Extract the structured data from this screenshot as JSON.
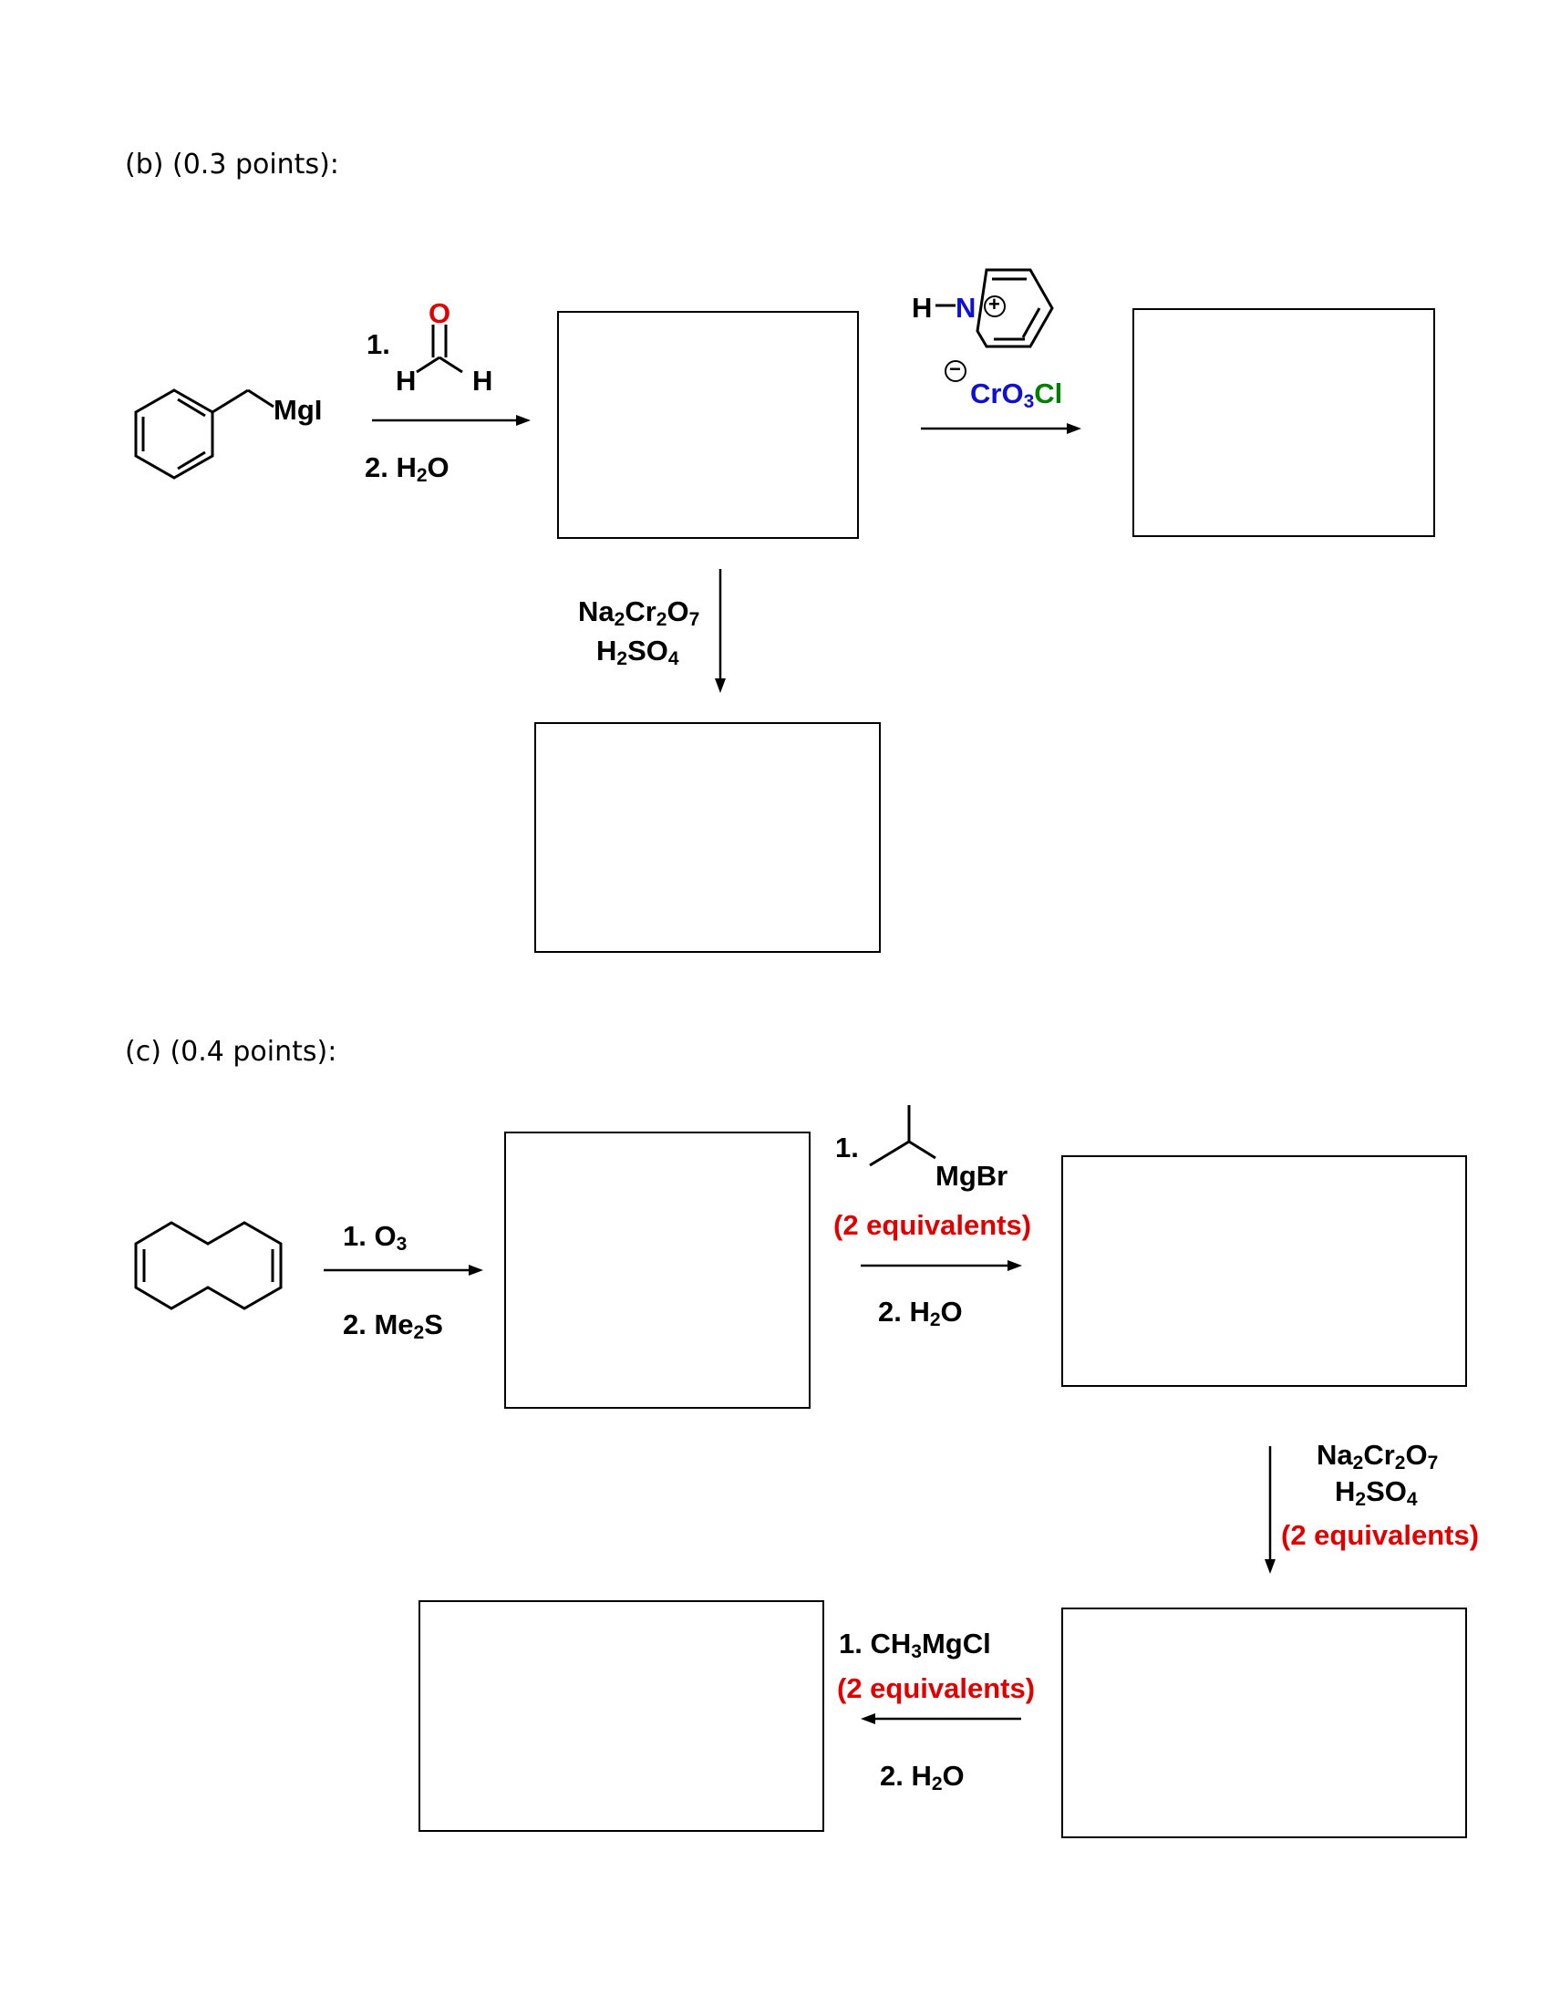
{
  "part_b": {
    "heading": "(b) (0.3 points):",
    "reagent_mgi": "MgI",
    "step1_num": "1.",
    "formaldehyde": {
      "o": "O",
      "h_left": "H",
      "h_right": "H"
    },
    "step2": {
      "num": "2. H",
      "sub": "2",
      "tail": "O"
    },
    "pcc": {
      "h": "H",
      "n": "N",
      "plus": "+",
      "minus": "−",
      "cr": "CrO",
      "cr_sub": "3",
      "cl": "Cl"
    },
    "jones": {
      "na": "Na",
      "na_sub": "2",
      "cr": "Cr",
      "cr_sub": "2",
      "o": "O",
      "o_sub": "7",
      "h": "H",
      "h_sub": "2",
      "so": "SO",
      "so_sub": "4"
    }
  },
  "part_c": {
    "heading": "(c) (0.4 points):",
    "ozonolysis": {
      "step1": "1. O",
      "step1_sub": "3",
      "step2": "2. Me",
      "step2_sub": "2",
      "step2_tail": "S"
    },
    "grignard1": {
      "num": "1.",
      "reagent": "MgBr",
      "equiv": "(2 equivalents)",
      "step2": "2. H",
      "step2_sub": "2",
      "step2_tail": "O"
    },
    "jones": {
      "na": "Na",
      "na_sub": "2",
      "cr": "Cr",
      "cr_sub": "2",
      "o": "O",
      "o_sub": "7",
      "h": "H",
      "h_sub": "2",
      "so": "SO",
      "so_sub": "4",
      "equiv": "(2 equivalents)"
    },
    "grignard2": {
      "step1": "1. CH",
      "step1_sub": "3",
      "step1_tail": "MgCl",
      "equiv": "(2 equivalents)",
      "step2": "2. H",
      "step2_sub": "2",
      "step2_tail": "O"
    }
  },
  "colors": {
    "oxygen": "#e00000",
    "nitrogen": "#1010d0",
    "chlorine": "#008000",
    "emphasis": "#e00000"
  }
}
